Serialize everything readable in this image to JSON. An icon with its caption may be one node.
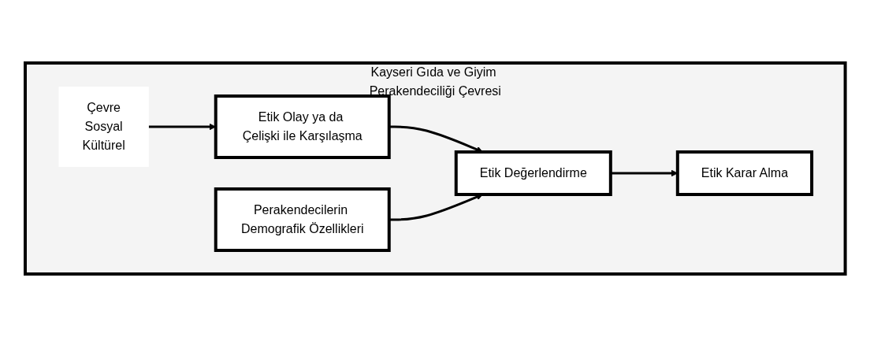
{
  "diagram": {
    "nodes": [
      {
        "text": [
          "Kayseri Gıda ve Giyim Perakendeciliği Çevresi"
        ]
      },
      {
        "text": [
          "Perakendecilerin Demografik Özellikleri"
        ],
        "in": 0
      },
      {
        "text": [
          "Çevre",
          "Sosyal",
          "Kültürel"
        ],
        "in": 0
      },
      {
        "text": [
          "Etik Olay ya da Çelişki ile Karşılaşma"
        ],
        "in": 0
      },
      {
        "text": [
          "Etik Değerlendirme"
        ],
        "in": 0
      },
      {
        "text": [
          "Etik Karar Alma"
        ],
        "in": 0
      }
    ],
    "edges": [
      {
        "from": 2,
        "to": 3,
        "arrow": "to"
      },
      {
        "from": 3,
        "to": 4,
        "arrow": "to"
      },
      {
        "from": 1,
        "to": 4,
        "arrow": "to"
      },
      {
        "from": 4,
        "to": 5,
        "arrow": "to"
      }
    ]
  }
}
